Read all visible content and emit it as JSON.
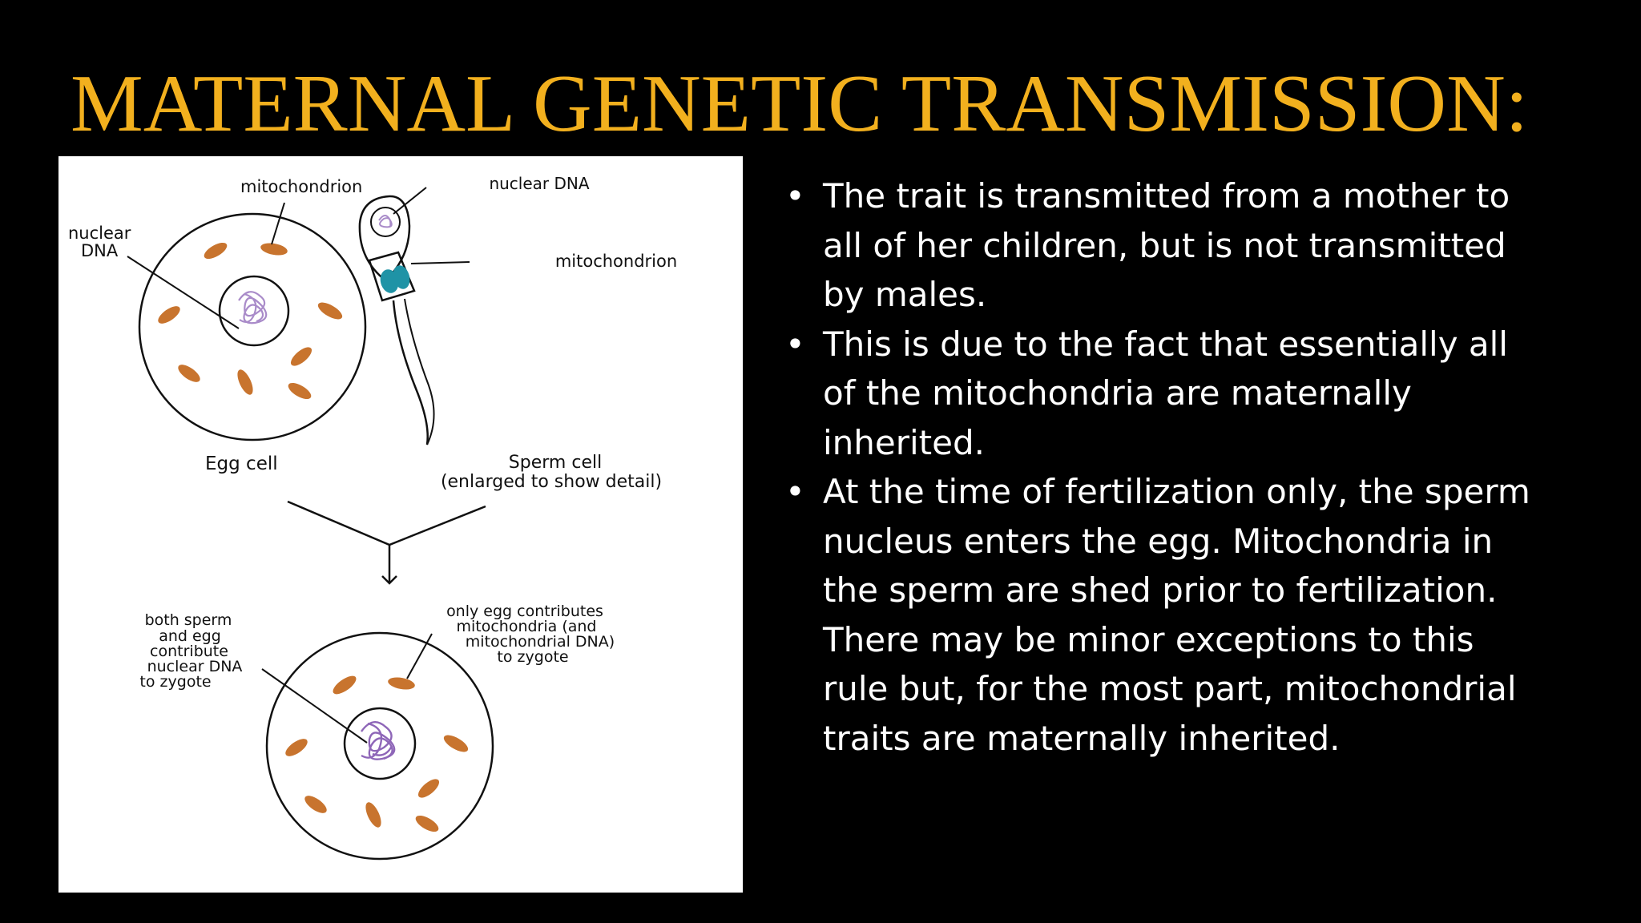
{
  "slide": {
    "title": "MATERNAL GENETIC TRANSMISSION:",
    "bullet_glyph": "•",
    "bullets": [
      "The trait is transmitted from a mother to all of her children, but is not transmitted by males.",
      "This is due to the fact that essentially all of the mitochondria are maternally inherited.",
      "At the time of fertilization only, the sperm nucleus enters the egg. Mitochondria in the sperm are shed prior to fertilization. There may be minor exceptions to this rule but, for the most part, mitochondrial traits are maternally inherited."
    ]
  },
  "figure": {
    "egg_label": "Egg cell",
    "egg_mito_label": "mitochondrion",
    "egg_dna_label_line1": "nuclear",
    "egg_dna_label_line2": "DNA",
    "sperm_dna_label": "nuclear DNA",
    "sperm_mito_label": "mitochondrion",
    "sperm_label_line1": "Sperm cell",
    "sperm_label_line2": "(enlarged to show detail)",
    "zygote_left_label": [
      "both sperm",
      "and egg",
      "contribute",
      "nuclear DNA",
      "to zygote"
    ],
    "zygote_right_label": [
      "only egg contributes",
      "mitochondria (and",
      "mitochondrial DNA)",
      "to zygote"
    ]
  },
  "colors": {
    "background": "#000000",
    "title": "#f2b01e",
    "body_text": "#ffffff",
    "mitochondria": "#c8742e",
    "dna_scribble": "#a98bc9",
    "sperm_mito": "#1f93a6"
  }
}
